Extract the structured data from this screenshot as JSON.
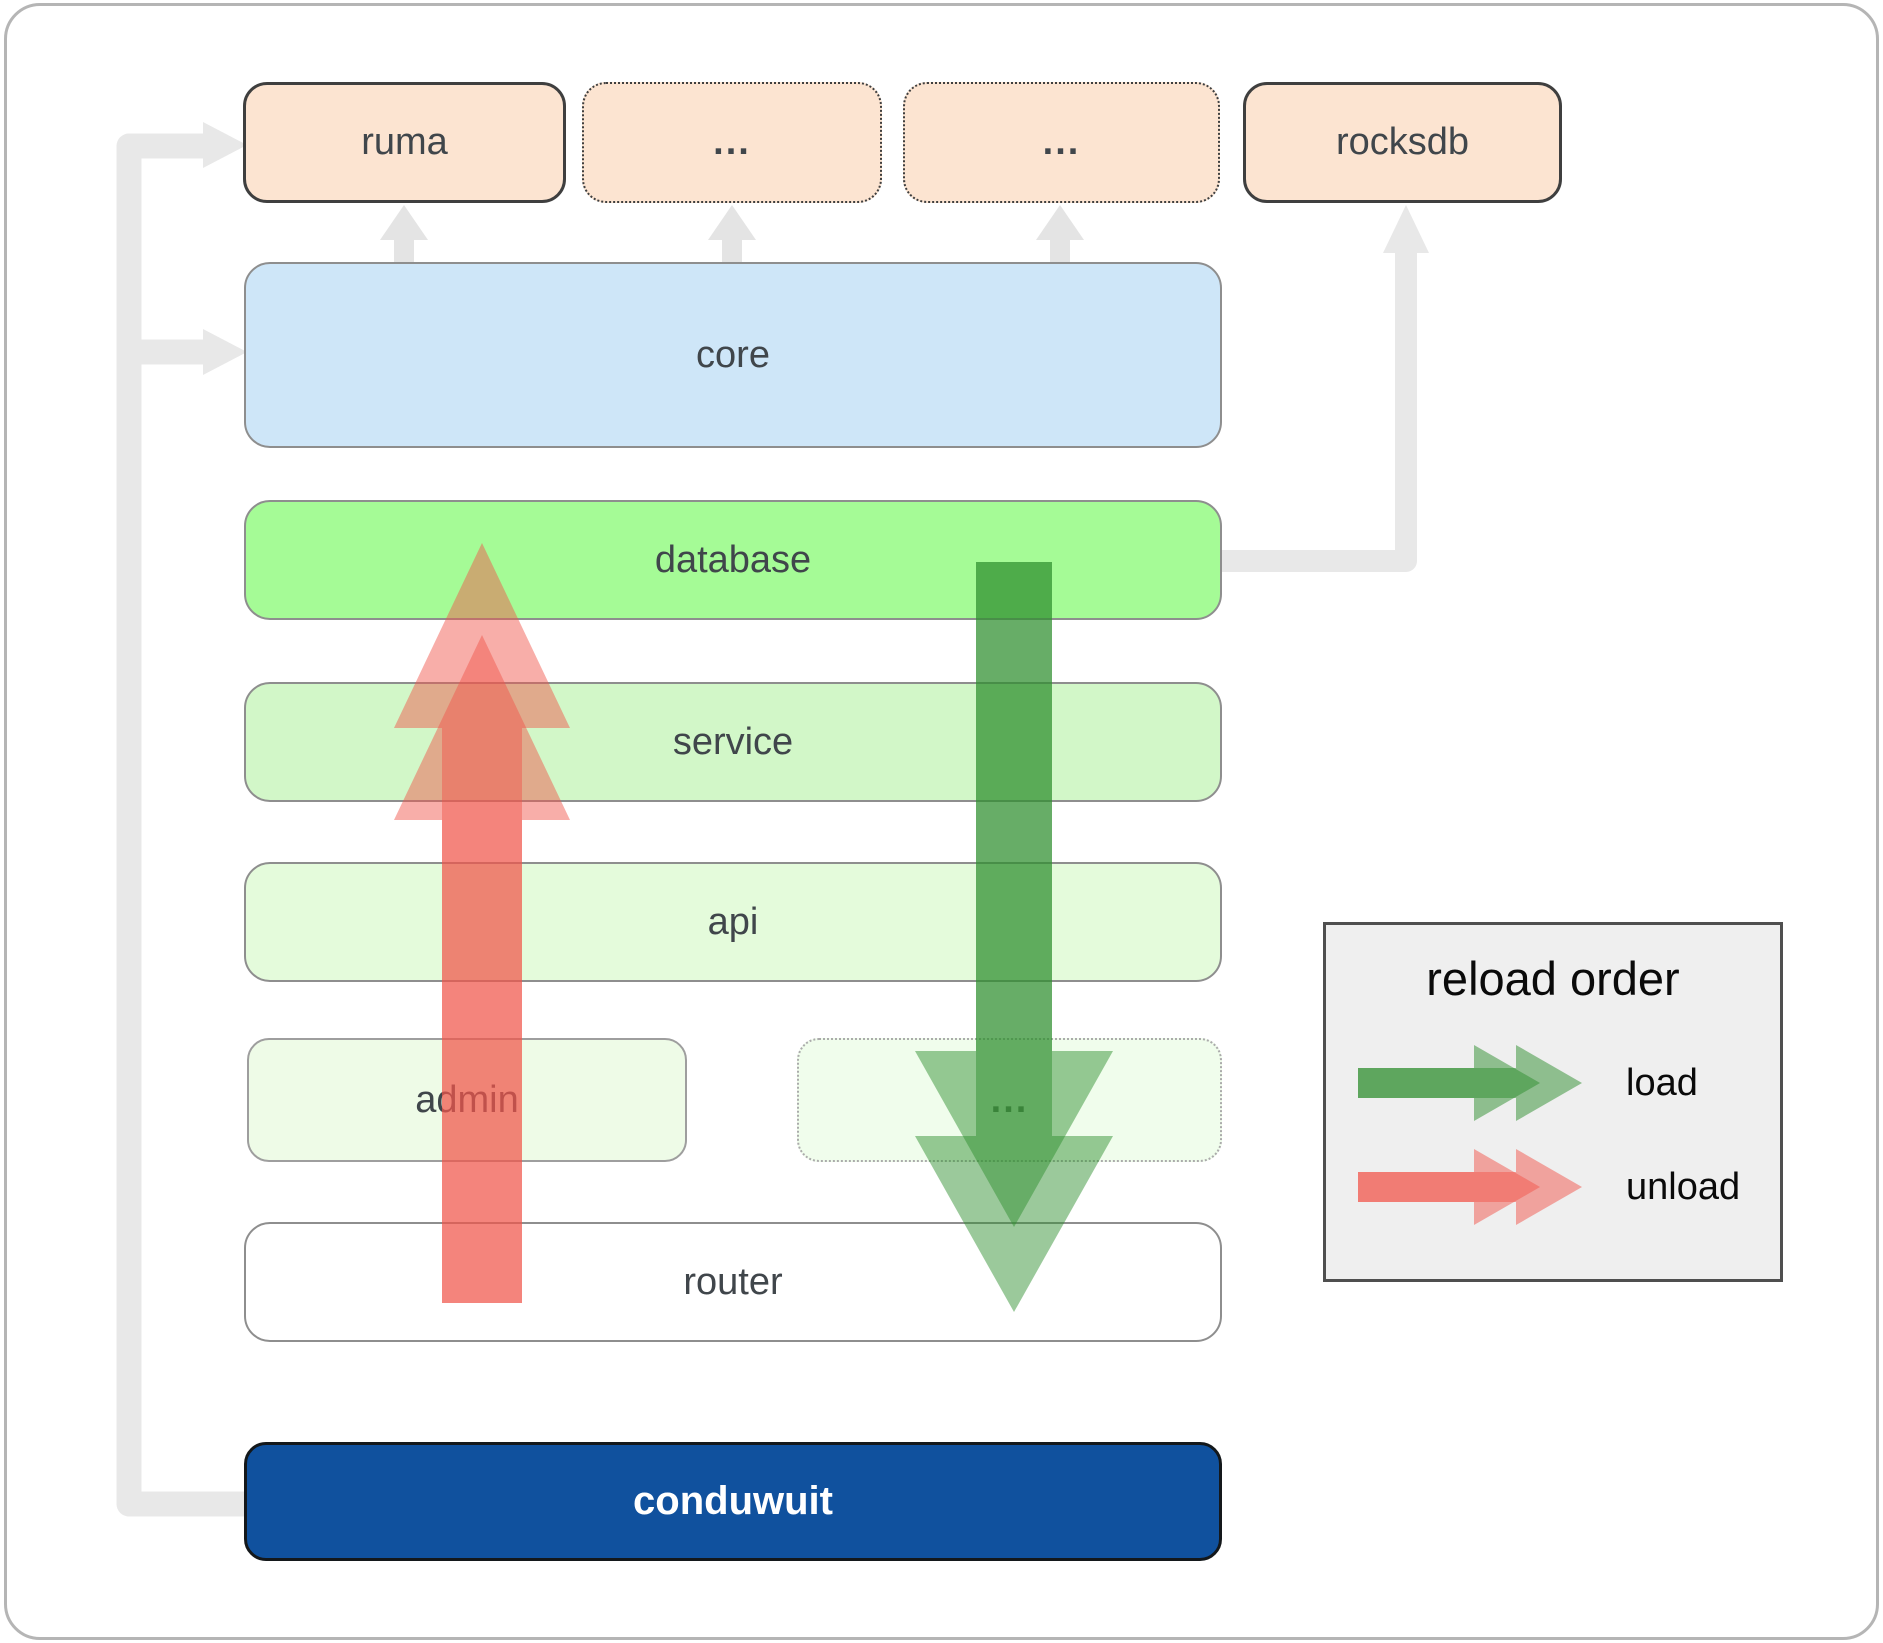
{
  "diagram": {
    "nodes": {
      "ruma": {
        "label": "ruma"
      },
      "ellipsis_top_1": {
        "label": "..."
      },
      "ellipsis_top_2": {
        "label": "..."
      },
      "rocksdb": {
        "label": "rocksdb"
      },
      "core": {
        "label": "core"
      },
      "database": {
        "label": "database"
      },
      "service": {
        "label": "service"
      },
      "api": {
        "label": "api"
      },
      "admin": {
        "label": "admin"
      },
      "ellipsis_admin_row": {
        "label": "..."
      },
      "router": {
        "label": "router"
      },
      "conduwuit": {
        "label": "conduwuit"
      }
    },
    "legend": {
      "title": "reload order",
      "items": [
        {
          "label": "load",
          "color": "#2d8e2d"
        },
        {
          "label": "unload",
          "color": "#f1554b"
        }
      ]
    },
    "colors": {
      "external_box_fill": "#fce4d1",
      "core_fill": "#cee6f8",
      "database_fill": "#a5fb96",
      "service_fill": "#d2f7c8",
      "api_fill": "#e4fbdb",
      "faded_fill": "#eefbe7",
      "router_fill": "#ffffff",
      "conduwuit_fill": "#10519e",
      "conduwuit_text": "#ffffff",
      "load_arrow": "#2d8e2d",
      "unload_arrow": "#f1554b",
      "connector_gray": "#e8e8e8",
      "legend_bg": "#efefef",
      "label_text": "#40464b"
    }
  }
}
